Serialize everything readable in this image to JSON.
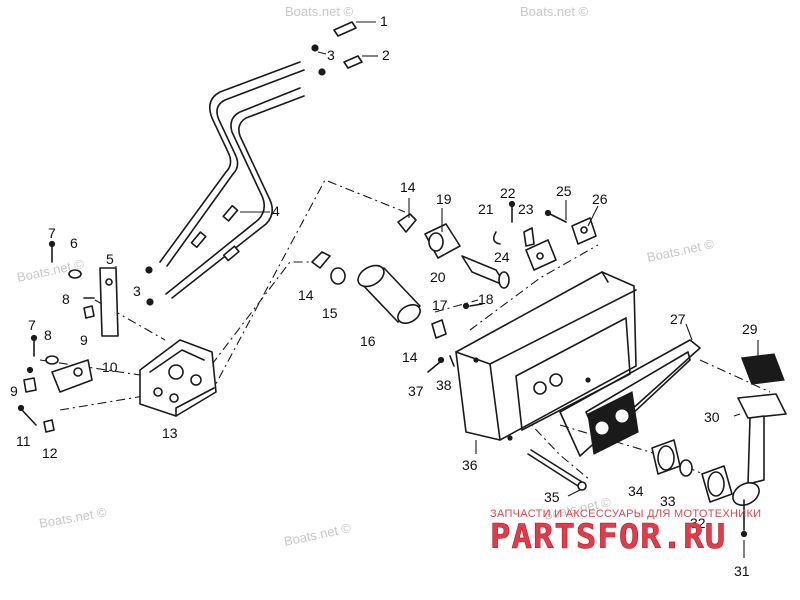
{
  "watermarks": {
    "top_center": "Boats.net ©",
    "top_right": "Boats.net ©",
    "left": "Boats.net ©",
    "mid_right": "Boats.net ©",
    "bottom_left": "Boats.net ©",
    "bottom_center": "Boats.net ©",
    "bottom_right": "Boats.net ©"
  },
  "branding": {
    "subtitle": "ЗАПЧАСТИ И АКСЕССУАРЫ ДЛЯ МОТОТЕХНИКИ",
    "logo_text": "PARTSFOR.RU",
    "color": "#e23b49"
  },
  "callouts": [
    "1",
    "2",
    "3",
    "3",
    "4",
    "5",
    "6",
    "7",
    "7",
    "8",
    "8",
    "9",
    "9",
    "10",
    "11",
    "12",
    "13",
    "14",
    "14",
    "14",
    "15",
    "16",
    "17",
    "18",
    "19",
    "20",
    "21",
    "22",
    "23",
    "24",
    "25",
    "26",
    "27",
    "29",
    "30",
    "31",
    "32",
    "33",
    "34",
    "35",
    "36",
    "37",
    "38"
  ]
}
